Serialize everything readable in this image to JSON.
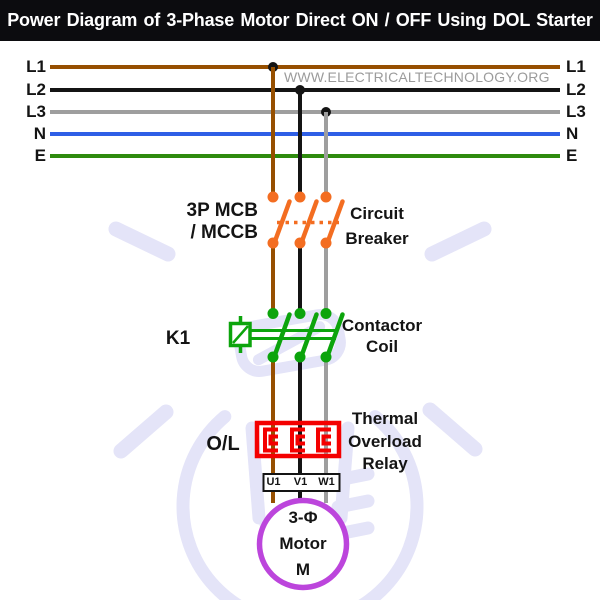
{
  "title": "Power Diagram of 3-Phase Motor Direct ON / OFF Using DOL Starter",
  "watermark_url": "WWW.ELECTRICALTECHNOLOGY.ORG",
  "bus_lines": [
    {
      "label": "L1",
      "color": "#964F00"
    },
    {
      "label": "L2",
      "color": "#141414"
    },
    {
      "label": "L3",
      "color": "#9E9E9E"
    },
    {
      "label": "N",
      "color": "#2E5FE6"
    },
    {
      "label": "E",
      "color": "#2E8B0E"
    }
  ],
  "breaker": {
    "label1": "3P MCB",
    "label2": "/ MCCB",
    "desc1": "Circuit",
    "desc2": "Breaker",
    "color": "#F36D21"
  },
  "contactor": {
    "label": "K1",
    "desc1": "Contactor",
    "desc2": "Coil",
    "color": "#0CA40C"
  },
  "overload": {
    "label": "O/L",
    "desc1": "Thermal",
    "desc2": "Overload",
    "desc3": "Relay",
    "color": "#F40000"
  },
  "terminals": [
    "U1",
    "V1",
    "W1"
  ],
  "motor": {
    "line1": "3-Φ",
    "line2": "Motor",
    "line3": "M",
    "color": "#BC45DC"
  },
  "colors": {
    "title_bg": "#0C0C0F",
    "title_text": "#FFFFFF",
    "watermark_text": "#9B9B9B",
    "bulb_watermark": "#E4E4F8",
    "junction_dot": "#141414",
    "text": "#141414"
  }
}
